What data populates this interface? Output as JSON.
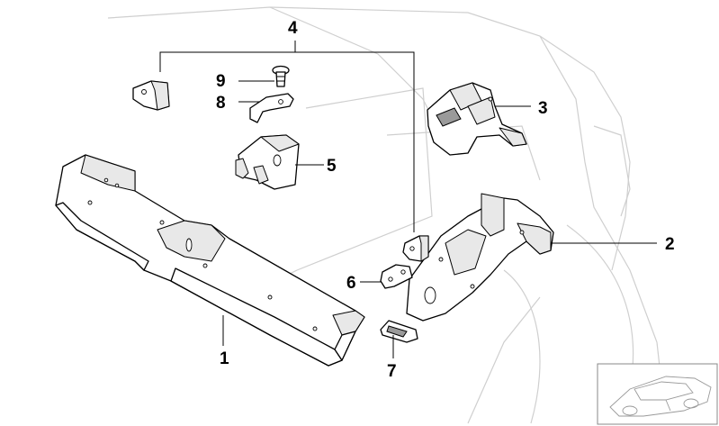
{
  "callouts": {
    "c1": "1",
    "c2": "2",
    "c3": "3",
    "c4": "4",
    "c5": "5",
    "c6": "6",
    "c7": "7",
    "c8": "8",
    "c9": "9"
  },
  "colors": {
    "background": "#ffffff",
    "line": "#000000",
    "ghost_outline": "#cfcfcf"
  },
  "icons": {
    "thumbnail": "vehicle-overview-icon"
  }
}
